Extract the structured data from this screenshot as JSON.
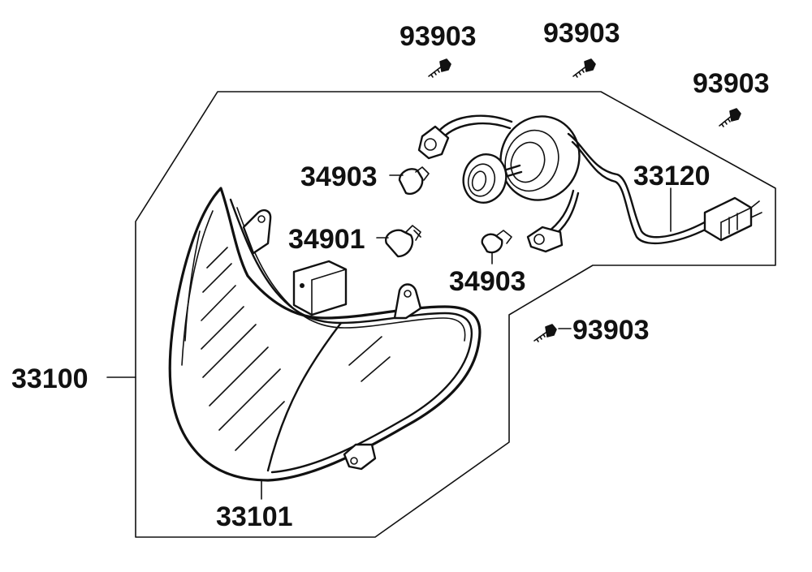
{
  "diagram": {
    "labels": {
      "screw_top_left": "93903",
      "screw_top_center": "93903",
      "screw_top_right": "93903",
      "screw_right_mid": "93903",
      "bulb_upper": "34903",
      "bulb_mid_left": "34901",
      "bulb_mid_right": "34903",
      "wire_harness": "33120",
      "headlight_assembly": "33100",
      "headlight_lens": "33101"
    }
  }
}
